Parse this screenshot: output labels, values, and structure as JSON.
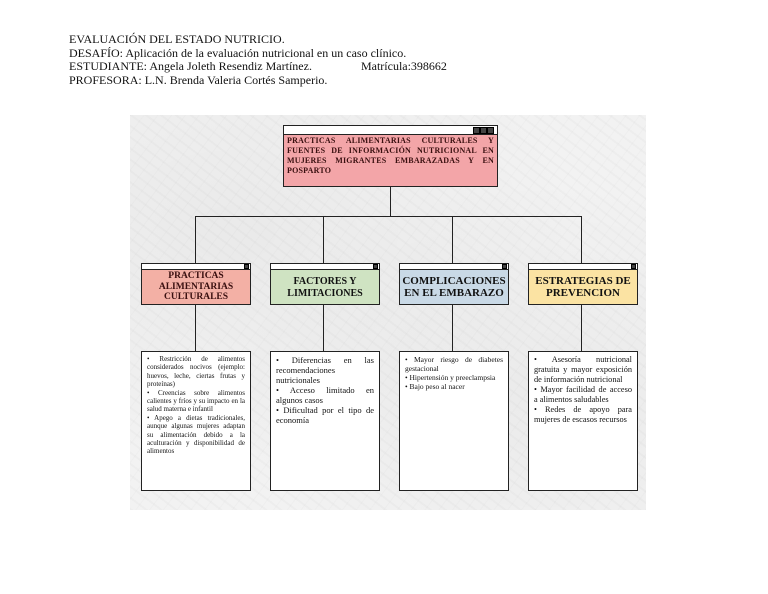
{
  "header": {
    "line1": "EVALUACIÓN DEL ESTADO NUTRICIO.",
    "line2": "DESAFÍO: Aplicación de la evaluación nutricional en un caso clínico.",
    "line3_student": "ESTUDIANTE: Angela Joleth Resendiz Martínez.",
    "line3_matricula": "Matrícula:398662",
    "line4": "PROFESORA: L.N. Brenda Valeria Cortés Samperio."
  },
  "diagram": {
    "root": {
      "text": "PRACTICAS ALIMENTARIAS CULTURALES Y FUENTES DE INFORMACIÓN NUTRICIONAL EN MUJERES MIGRANTES EMBARAZADAS Y EN POSPARTO",
      "color": "#f3a5a8"
    },
    "categories": [
      {
        "title": "PRACTICAS ALIMENTARIAS CULTURALES",
        "color": "#f3b0a5",
        "items": [
          "• Restricción de alimentos considerados nocivos (ejemplo: huevos, leche, ciertas frutas y proteínas)",
          "• Creencias sobre alimentos calientes y fríos y su impacto en la salud materna e infantil",
          "• Apego a dietas tradicionales, aunque algunas mujeres adaptan su alimentación debido a la aculturación y disponibilidad de alimentos"
        ]
      },
      {
        "title": "FACTORES Y LIMITACIONES",
        "color": "#cfe3c2",
        "items": [
          "• Diferencias en las recomendaciones nutricionales",
          "• Acceso limitado en algunos casos",
          "• Dificultad por el tipo de economía"
        ]
      },
      {
        "title": "COMPLICACIONES EN EL EMBARAZO",
        "color": "#c9d9e6",
        "items": [
          "• Mayor riesgo de diabetes gestacional",
          "• Hipertensión y preeclampsia",
          "• Bajo peso al nacer"
        ]
      },
      {
        "title": "ESTRATEGIAS DE PREVENCION",
        "color": "#fbe3a3",
        "items": [
          "• Asesoría nutricional gratuita y mayor exposición de información nutricional",
          "• Mayor facilidad de acceso a alimentos saludables",
          "• Redes de apoyo para mujeres de escasos recursos"
        ]
      }
    ]
  }
}
